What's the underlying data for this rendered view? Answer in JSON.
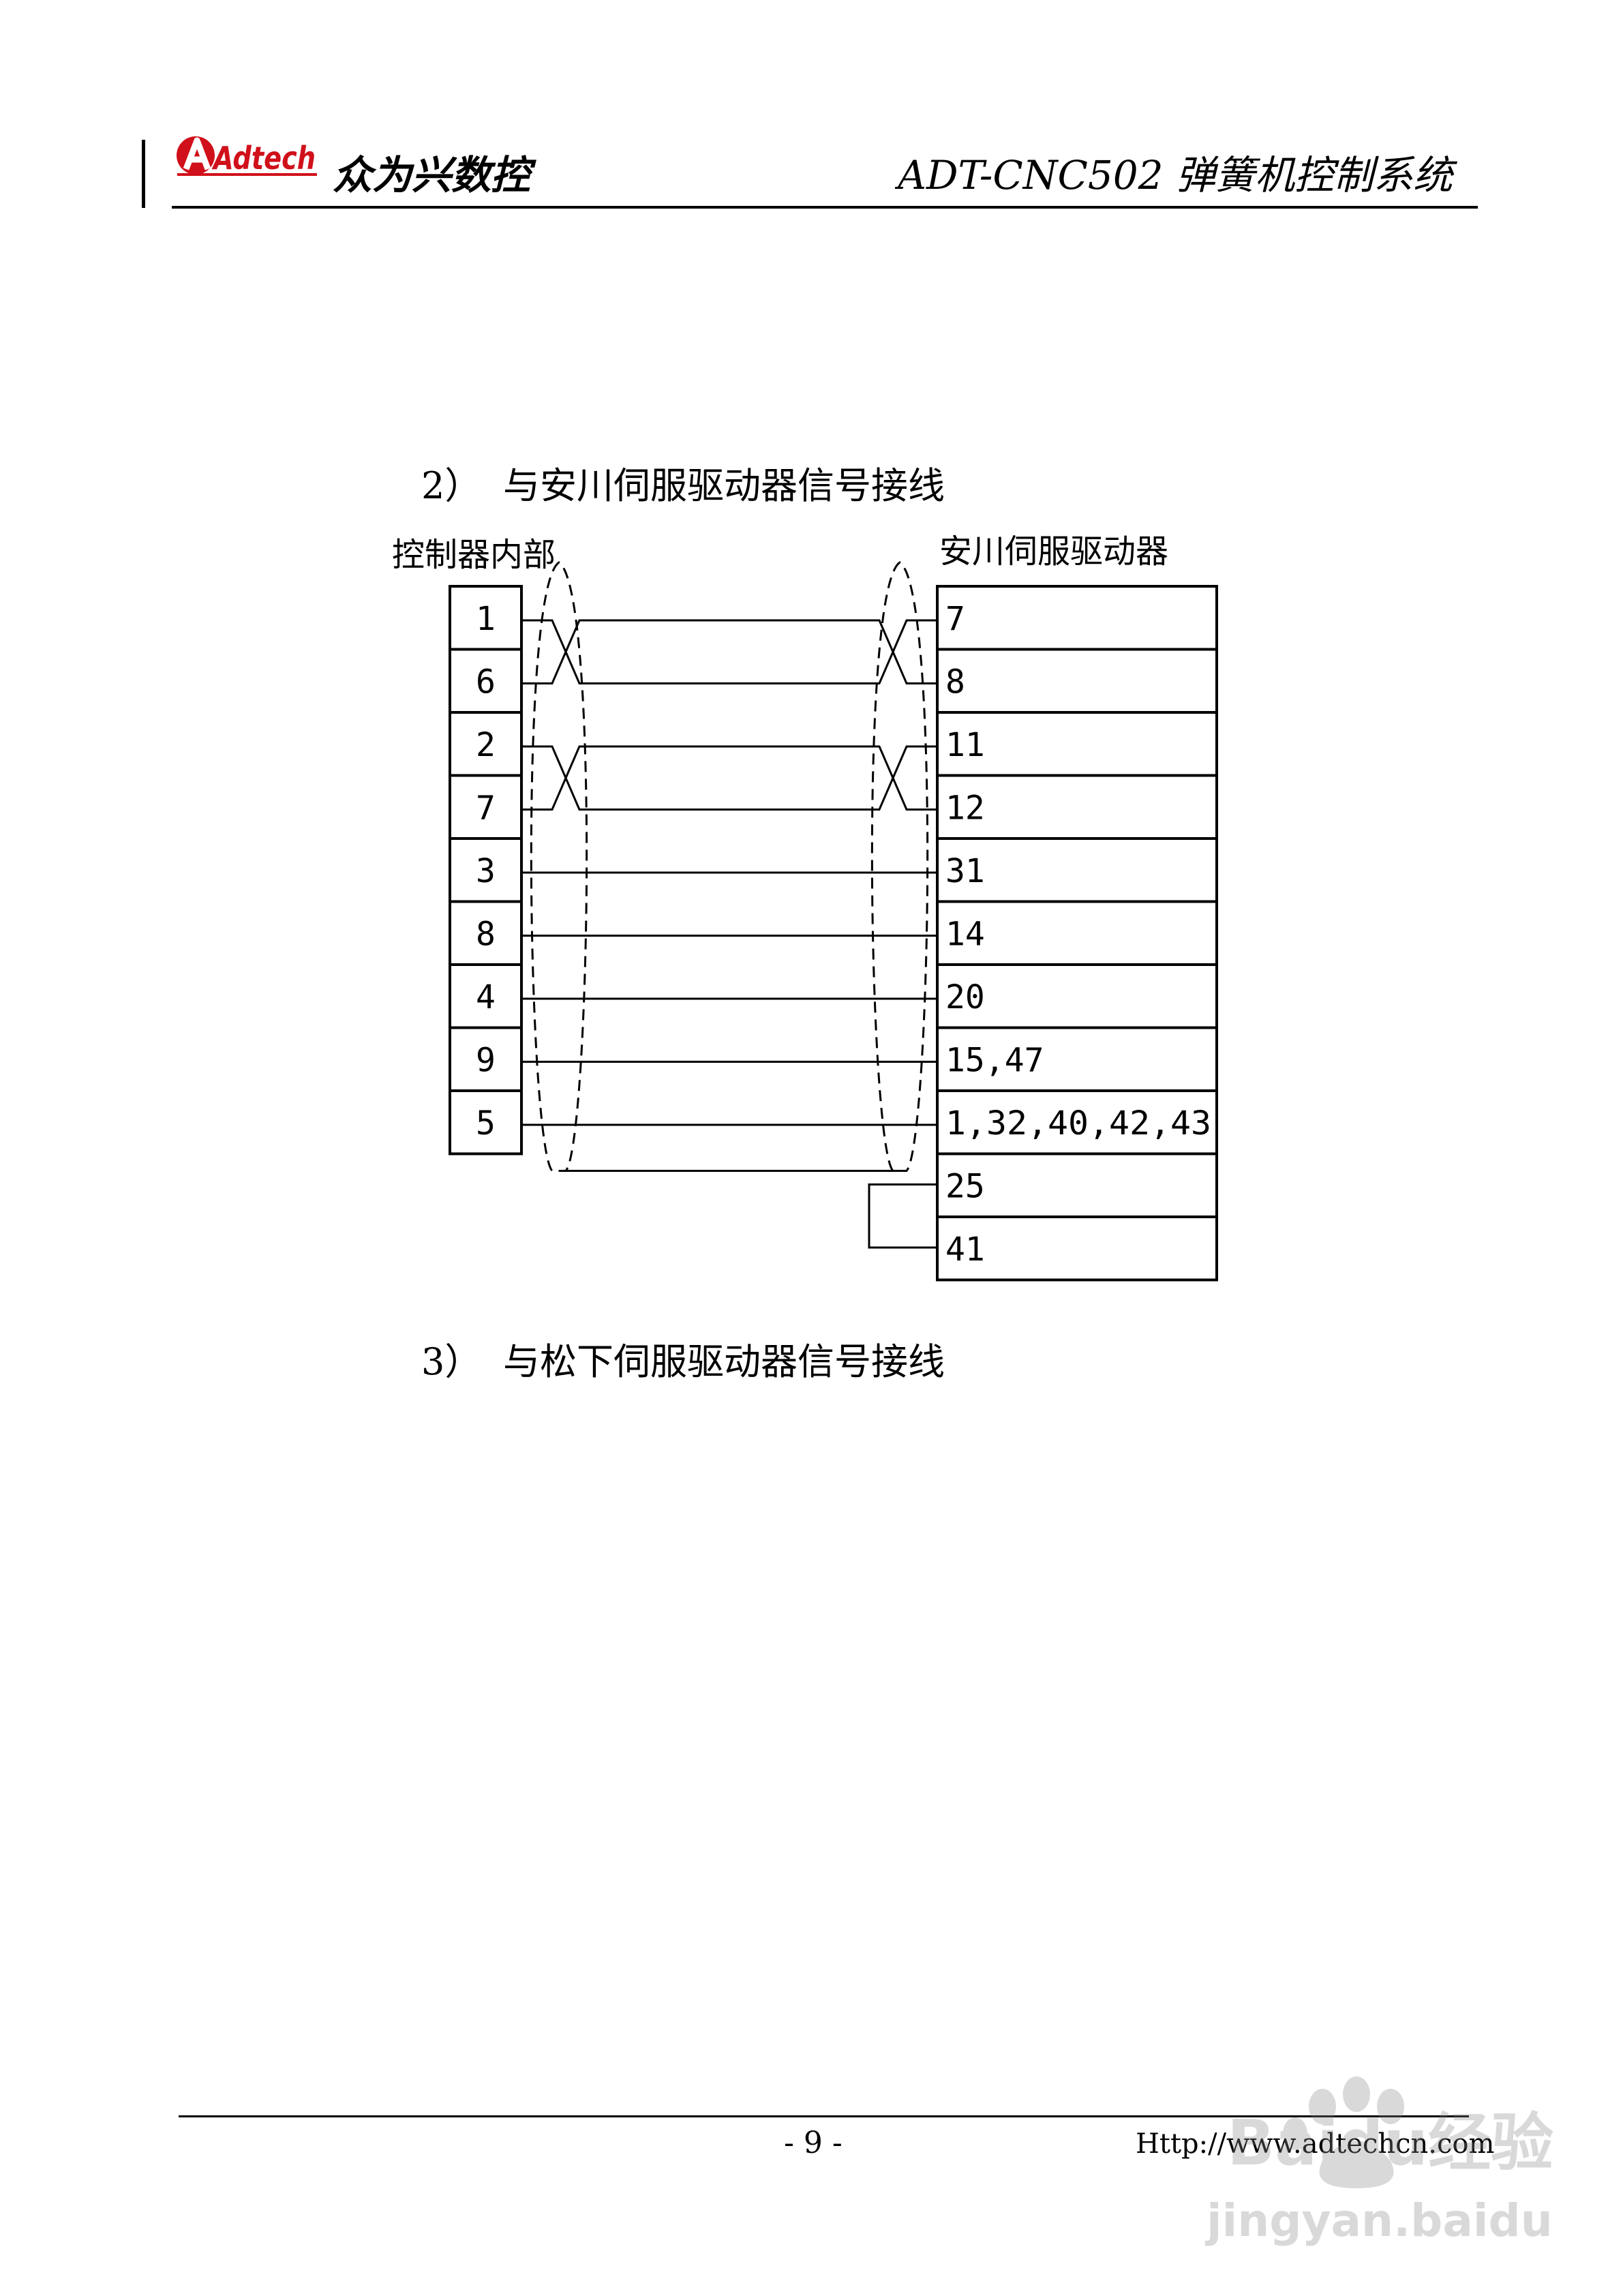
{
  "header": {
    "logo_text": "Adtech",
    "company": "众为兴数控",
    "doc_title": "ADT-CNC502 弹簧机控制系统"
  },
  "section2": {
    "number": "2）",
    "title": "与安川伺服驱动器信号接线"
  },
  "diagram": {
    "left_label": "控制器内部",
    "right_label": "安川伺服驱动器",
    "left_pins": [
      "1",
      "6",
      "2",
      "7",
      "3",
      "8",
      "4",
      "9",
      "5"
    ],
    "right_pins": [
      "7",
      "8",
      "11",
      "12",
      "31",
      "14",
      "20",
      "15,47",
      "1,32,40,42,43",
      "25",
      "41"
    ]
  },
  "section3": {
    "number": "3）",
    "title": "与松下伺服驱动器信号接线"
  },
  "footer": {
    "page_number": "- 9 -",
    "website": "Http://www.adtechcn.com"
  },
  "watermark": {
    "brand": "Baidu经验",
    "url": "jingyan.baidu.com"
  }
}
